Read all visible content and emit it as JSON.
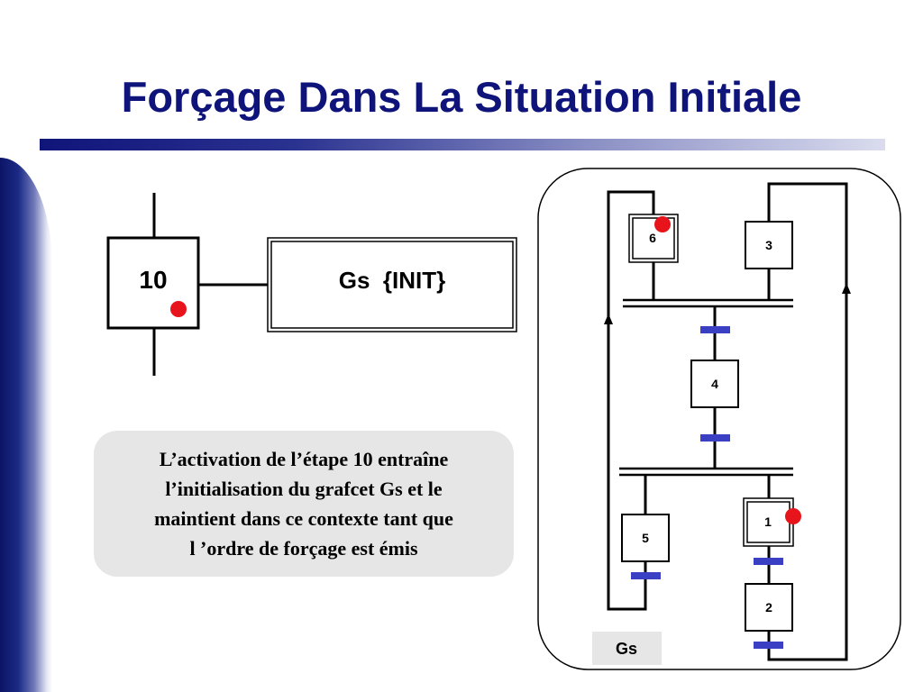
{
  "title": "Forçage Dans La Situation Initiale",
  "forcing_step": {
    "step_number": "10",
    "action_text": "Gs  {INIT}"
  },
  "callout": {
    "lines": [
      "L’activation de l’étape 10 entraîne",
      "l’initialisation du grafcet Gs et le",
      "maintient dans ce contexte tant que",
      "l ’ordre de forçage est émis"
    ]
  },
  "grafcet": {
    "name": "Gs",
    "steps": {
      "s6": "6",
      "s3": "3",
      "s4": "4",
      "s5": "5",
      "s1": "1",
      "s2": "2"
    },
    "active_steps": [
      "6",
      "1"
    ]
  },
  "colors": {
    "title": "#0f147a",
    "active_token": "#e8141c",
    "transition": "#3a3fc4",
    "callout_bg": "#e6e6e6"
  }
}
